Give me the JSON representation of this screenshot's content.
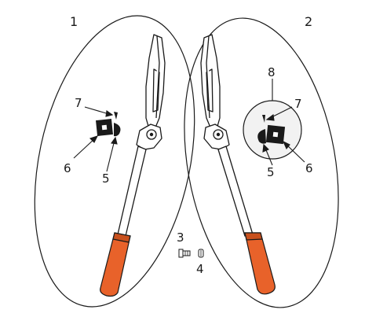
{
  "panels": [
    {
      "number": "1"
    },
    {
      "number": "2"
    }
  ],
  "callouts": {
    "left_7": "7",
    "left_6": "6",
    "left_5": "5",
    "center_3": "3",
    "center_4": "4",
    "right_8": "8",
    "right_7": "7",
    "right_5": "5",
    "right_6": "6"
  },
  "colors": {
    "grip": "#e8622a",
    "grip_shadow": "#c8501d",
    "line": "#1a1a1a",
    "callout_circle_fill": "#f2f2f2"
  }
}
